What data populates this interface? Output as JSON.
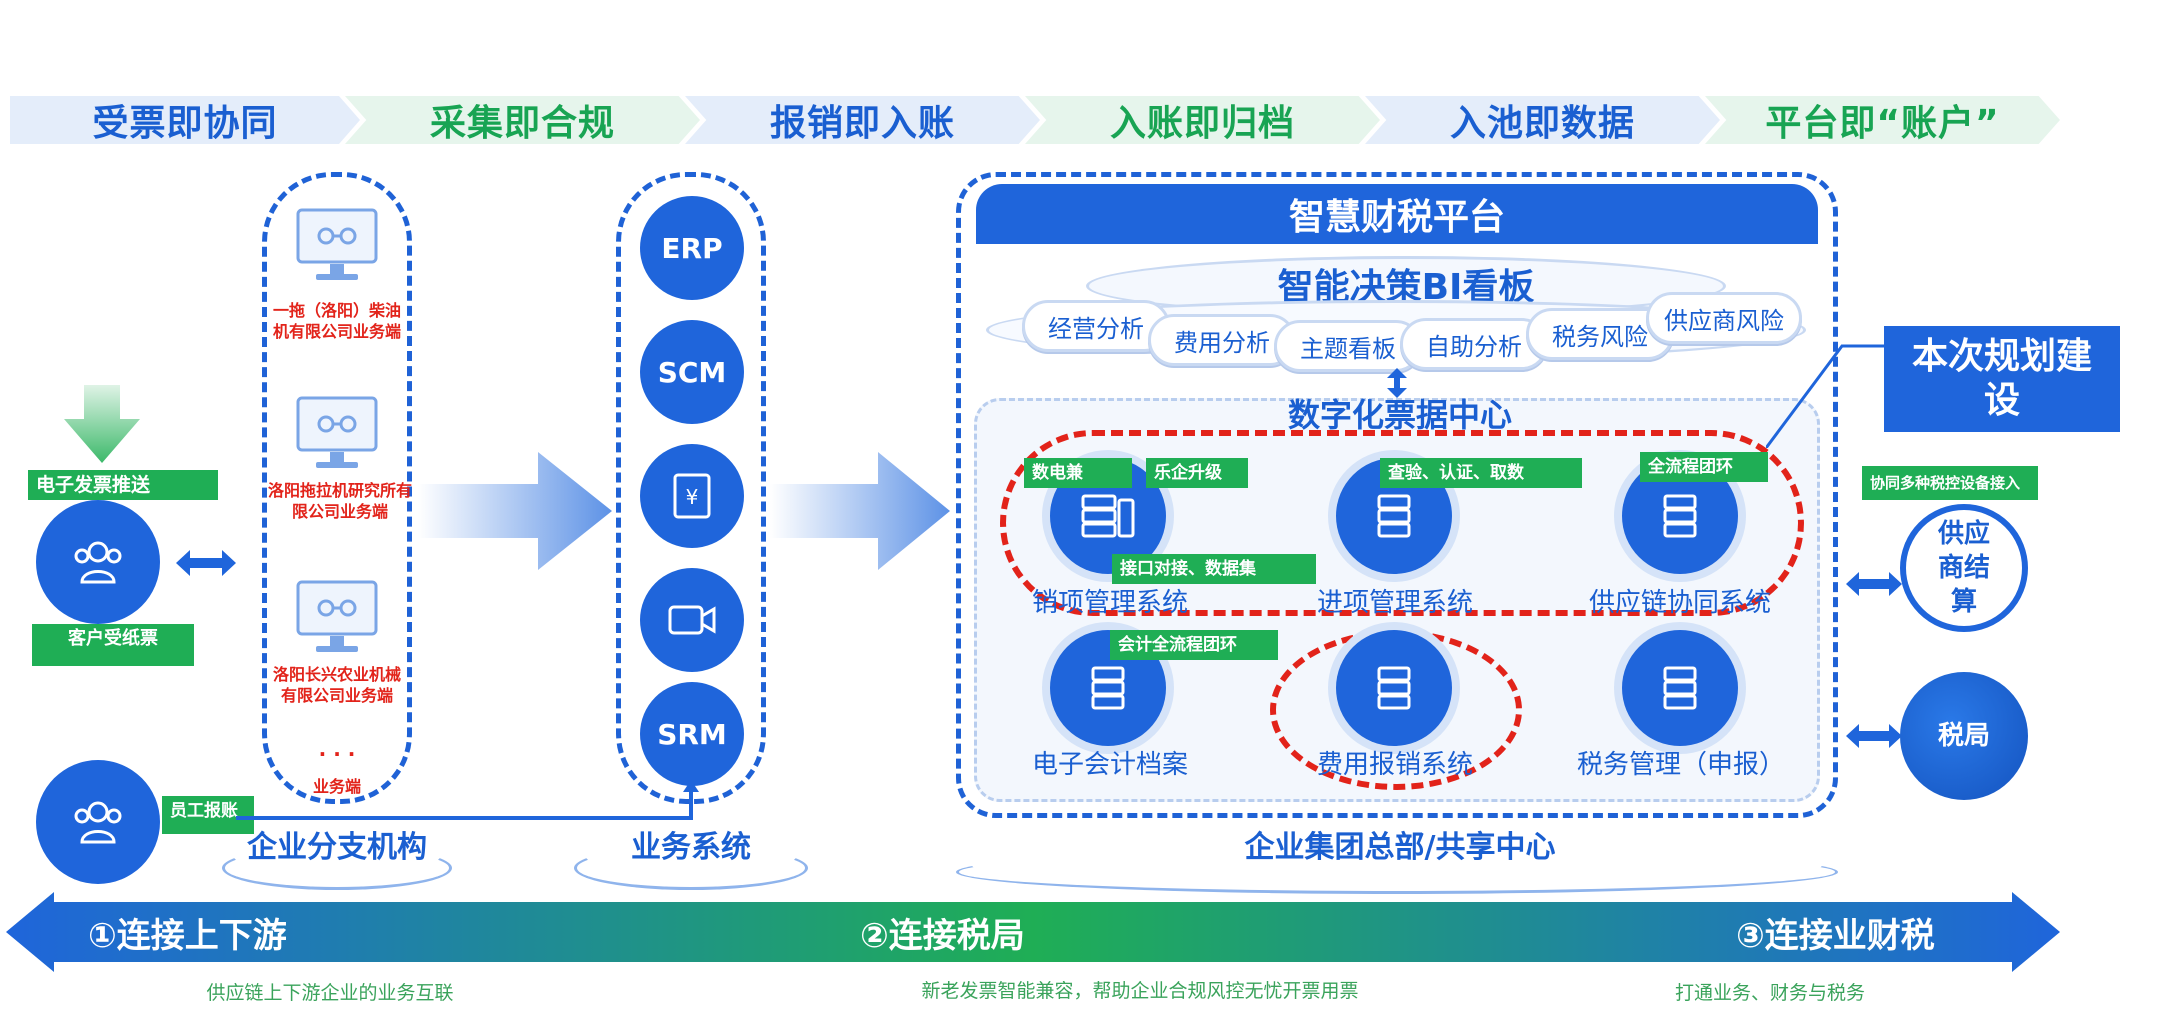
{
  "stages": [
    "受票即协同",
    "采集即合规",
    "报销即入账",
    "入账即归档",
    "入池即数据",
    "平台即“账户”"
  ],
  "left": {
    "push_tag": "电子发票推送",
    "customer_tag": "客户受纸票",
    "employee_tag": "员工报账"
  },
  "branch": {
    "entities": [
      "一拖（洛阳）柴油机有限公司业务端",
      "洛阳拖拉机研究所有限公司业务端",
      "洛阳长兴农业机械有限公司业务端"
    ],
    "dots": "· · ·",
    "more": "业务端",
    "label": "企业分支机构"
  },
  "systems": {
    "items": [
      "ERP",
      "SCM",
      "",
      "",
      "SRM"
    ],
    "label": "业务系统"
  },
  "platform": {
    "title": "智慧财税平台",
    "bi_title": "智能决策BI看板",
    "bi_items": [
      "经营分析",
      "费用分析",
      "主题看板",
      "自助分析",
      "税务风险",
      "供应商风险"
    ],
    "data_center": "数字化票据中心",
    "modules": [
      {
        "name": "销项管理系统",
        "tags": [
          "数电兼",
          "乐企升级",
          "接口对接、数据集"
        ]
      },
      {
        "name": "进项管理系统",
        "tags": [
          "查验、认证、取数"
        ]
      },
      {
        "name": "供应链协同系统",
        "tags": [
          "全流程团环"
        ]
      },
      {
        "name": "电子会计档案",
        "tags": [
          "会计全流程团环"
        ]
      },
      {
        "name": "费用报销系统",
        "tags": []
      },
      {
        "name": "税务管理（申报）",
        "tags": []
      }
    ],
    "label": "企业集团总部/共享中心"
  },
  "plan_box": "本次规划建设",
  "right": {
    "tag": "协同多种税控设备接入",
    "supplier": "供应商结算",
    "tax": "税局"
  },
  "bottom": {
    "items": [
      "①连接上下游",
      "②连接税局",
      "③连接业财税"
    ],
    "notes": [
      "供应链上下游企业的业务互联",
      "新老发票智能兼容，帮助企业合规风控无忧开票用票",
      "打通业务、财务与税务"
    ]
  },
  "colors": {
    "blue": "#1f65db",
    "green": "#1fae55",
    "red": "#e2231a",
    "light_blue": "#e4edfa",
    "light_green": "#e6f5ec"
  }
}
